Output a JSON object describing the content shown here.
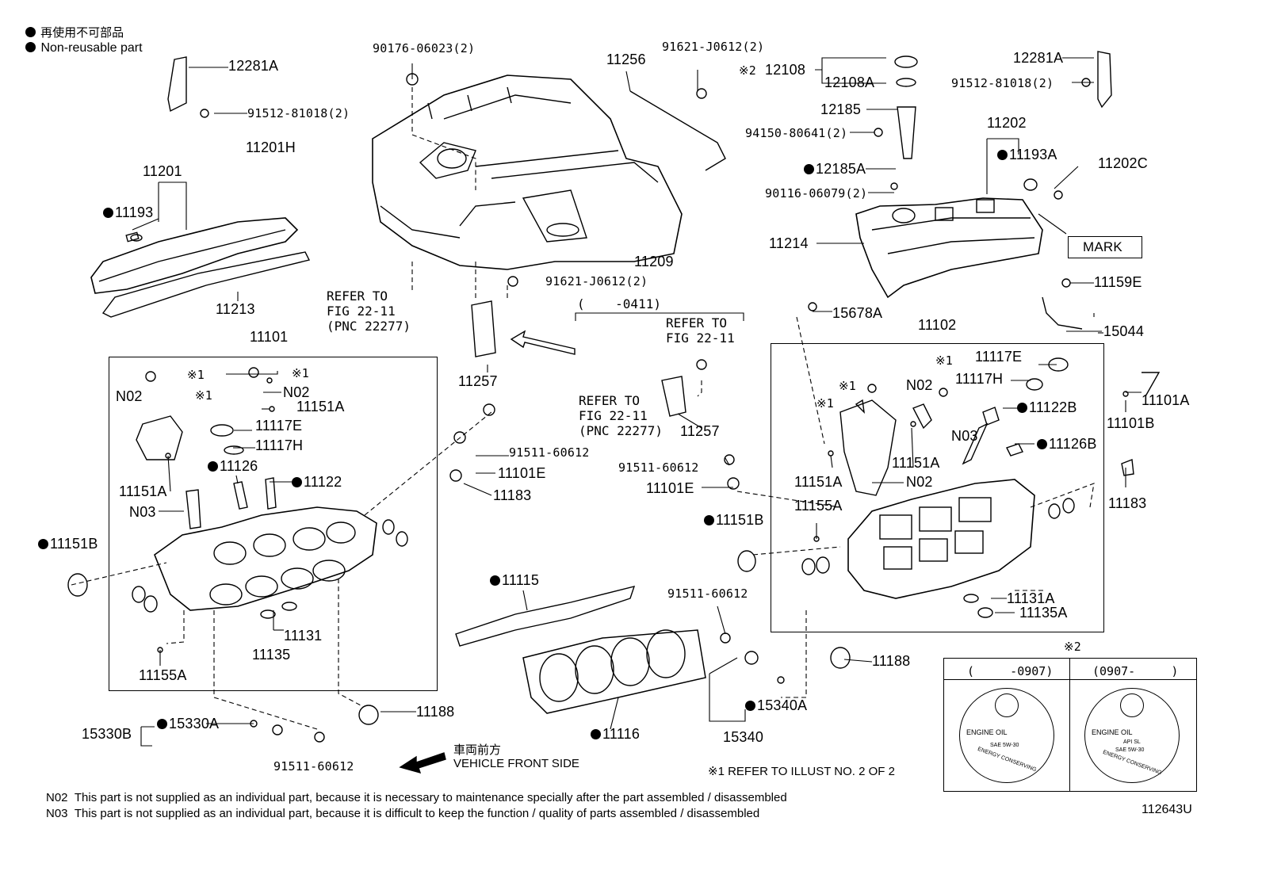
{
  "legend": {
    "line_jp": "再使用不可部品",
    "line_en": "Non-reusable part"
  },
  "parts": {
    "p12281A_l": "12281A",
    "p91512_l": "91512-81018(2)",
    "p11201H": "11201H",
    "p11201": "11201",
    "p11193": "11193",
    "p11213": "11213",
    "p90176": "90176-06023(2)",
    "p11256": "11256",
    "p91621_top": "91621-J0612(2)",
    "p11209": "11209",
    "p91621_mid": "91621-J0612(2)",
    "p11257_a": "11257",
    "p11257_b": "11257",
    "p12108": "12108",
    "p12108A": "12108A",
    "p12185": "12185",
    "p94150": "94150-80641(2)",
    "p12185A": "12185A",
    "p90116": "90116-06079(2)",
    "p11214": "11214",
    "p11202": "11202",
    "p11193A": "11193A",
    "p11202C": "11202C",
    "mark": "MARK",
    "p12281A_r": "12281A",
    "p91512_r": "91512-81018(2)",
    "p11159E": "11159E",
    "p15044": "15044",
    "p15678A": "15678A",
    "p11101": "11101",
    "p11102": "11102",
    "x1": "※1",
    "x2": "※2",
    "pN02": "N02",
    "pN03": "N03",
    "p11151A": "11151A",
    "p11117E": "11117E",
    "p11117H": "11117H",
    "p11126": "11126",
    "p11122": "11122",
    "p11151B": "11151B",
    "p11131": "11131",
    "p11135": "11135",
    "p11155A": "11155A",
    "p91511": "91511-60612",
    "p11101E": "11101E",
    "p11183": "11183",
    "p11115": "11115",
    "p11116": "11116",
    "p11188": "11188",
    "p15330B": "15330B",
    "p15330A": "15330A",
    "p15340": "15340",
    "p15340A": "15340A",
    "p11122B": "11122B",
    "p11126B": "11126B",
    "p11101A": "11101A",
    "p11101B": "11101B",
    "p11131A": "11131A",
    "p11135A": "11135A"
  },
  "refs": {
    "ref_left": "REFER TO\nFIG 22-11\n(PNC 22277)",
    "ref_mid": "REFER TO\nFIG 22-11\n(PNC 22277)",
    "ref_right": "REFER TO\nFIG 22-11",
    "range_0411": "(    -0411)"
  },
  "front": {
    "jp": "車両前方",
    "en": "VEHICLE FRONT SIDE"
  },
  "refer_illust": "※1  REFER TO ILLUST NO. 2 OF 2",
  "caps": {
    "col1_header": "(     -0907)",
    "col2_header": "(0907-     )",
    "cap_text": "ENGINE OIL",
    "cap2_api": "API SL",
    "cap_sae": "SAE 5W-30",
    "cap_energy": "ENERGY CONSERVING"
  },
  "notes": {
    "n02_code": "N02",
    "n02_text": "This part is not supplied as an individual part, because it is necessary to maintenance specially after the part assembled / disassembled",
    "n03_code": "N03",
    "n03_text": "This part is not supplied as an individual part, because it is difficult to keep the function / quality of parts  assembled / disassembled"
  },
  "figure_id": "112643U"
}
